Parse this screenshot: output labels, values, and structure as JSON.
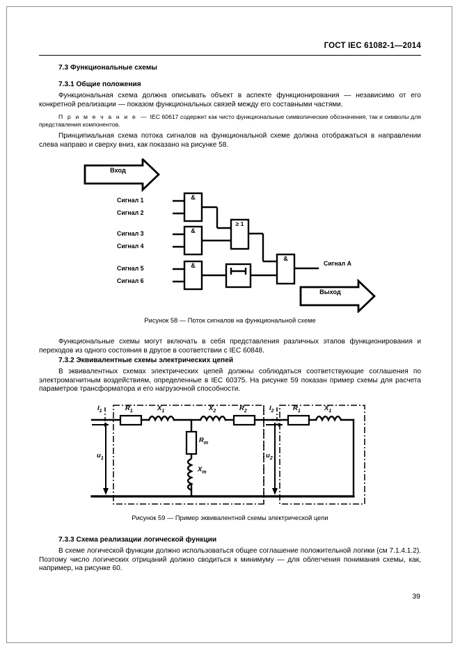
{
  "document": {
    "standard_header": "ГОСТ  IEC 61082-1—2014",
    "page_number": "39"
  },
  "sections": [
    {
      "id": "7.3",
      "heading": "7.3 Функциональные схемы"
    },
    {
      "id": "7.3.1",
      "heading": "7.3.1 Общие положения",
      "paragraph": "Функциональная схема должна описывать объект в аспекте функционирования — независимо от его конкретной реализации — показом функциональных связей между его составными частями.",
      "note_label": "П р и м е ч а н и е",
      "note_dash": "—",
      "note_text": "IEC 60617 содержит как чисто функциональные символические обозначения, так и символы для представления компонентов.",
      "paragraph2": "Принципиальная схема потока сигналов на функциональной схеме должна отображаться в направлении слева направо и сверху вниз, как показано на рисунке 58.",
      "paragraph3": "Функциональные схемы могут включать в себя представления различных этапов функционирования и переходов из одного состояния в другое в соответствии с IEC 60848."
    },
    {
      "id": "7.3.2",
      "heading": "7.3.2 Эквивалентные схемы электрических цепей",
      "paragraph": "В эквивалентных схемах электрических цепей должны соблюдаться соответствующие соглашения по электромагнитным воздействиям, определенные в IEC 60375. На рисунке 59 показан пример схемы для расчета параметров трансформатора и его нагрузочной способности."
    },
    {
      "id": "7.3.3",
      "heading": "7.3.3 Схема реализации логической функции",
      "paragraph": "В схеме логической функции должно использоваться общее соглашение положительной логики (см 7.1.4.1.2). Поэтому число логических отрицаний должно сводиться к минимуму — для облегчения понимания схемы, как, например, на рисунке 60."
    }
  ],
  "figure58": {
    "caption": "Рисунок 58 — Поток сигналов на функциональной схеме",
    "input_arrow_label": "Вход",
    "output_arrow_label": "Выход",
    "output_signal_label": "Сигнал А",
    "signals": [
      "Сигнал 1",
      "Сигнал 2",
      "Сигнал 3",
      "Сигнал 4",
      "Сигнал 5",
      "Сигнал 6"
    ],
    "gates": [
      {
        "name": "and-gate-1",
        "symbol": "&"
      },
      {
        "name": "and-gate-2",
        "symbol": "&"
      },
      {
        "name": "and-gate-3",
        "symbol": "&"
      },
      {
        "name": "or-gate",
        "symbol": "≥ 1"
      },
      {
        "name": "delay-element",
        "symbol": ""
      },
      {
        "name": "and-gate-out",
        "symbol": "&"
      }
    ]
  },
  "figure59": {
    "caption": "Рисунок 59 — Пример эквивалентной схемы электрической цепи",
    "labels": {
      "current_in": "I",
      "current_in_sub": "1",
      "current_mid": "I",
      "current_mid_sub": "2",
      "voltage_in": "u",
      "voltage_in_sub": "1",
      "voltage_out": "u",
      "voltage_out_sub": "2",
      "r1_left": "R",
      "r1_left_sub": "1",
      "x1_left": "X",
      "x1_left_sub": "1",
      "x2": "X",
      "x2_sub": "2",
      "r2": "R",
      "r2_sub": "2",
      "rm": "R",
      "rm_sub": "m",
      "xm": "X",
      "xm_sub": "m",
      "r1_right": "R",
      "r1_right_sub": "1",
      "x1_right": "X",
      "x1_right_sub": "1"
    }
  },
  "colors": {
    "ink": "#000000",
    "paper": "#ffffff",
    "border": "#8f8f8f"
  }
}
